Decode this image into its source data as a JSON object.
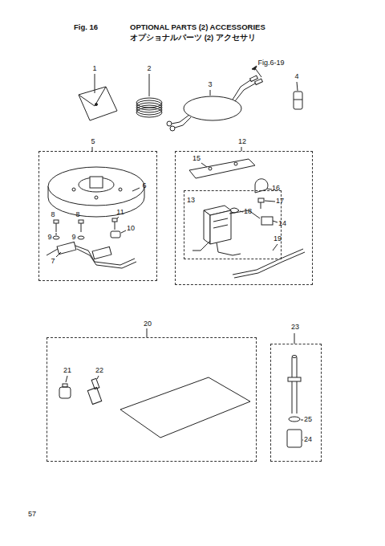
{
  "diagram": {
    "nodes": [
      {
        "text": [
          "5"
        ]
      },
      {
        "text": [
          "12"
        ]
      },
      {
        "text": [
          "13"
        ],
        "in": 1
      },
      {
        "text": [
          "20"
        ]
      },
      {
        "text": [
          "23"
        ]
      }
    ],
    "edges": [],
    "labels": [
      "Fig. 16",
      "OPTIONAL PARTS (2) ACCESSORIES",
      "オプショナルパーツ (2) アクセサリ",
      "Fig.6-19",
      "1",
      "2",
      "3",
      "4",
      "6",
      "8",
      "8",
      "11",
      "10",
      "9",
      "9",
      "7",
      "15",
      "16",
      "17",
      "18",
      "14",
      "19",
      "21",
      "22",
      "25",
      "24",
      "57"
    ]
  }
}
